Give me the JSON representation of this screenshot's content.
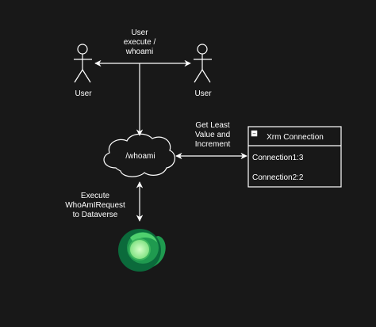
{
  "diagram": {
    "actor_left": {
      "label": "User"
    },
    "actor_right": {
      "label": "User"
    },
    "top_label": [
      "User",
      "execute /",
      "whoami"
    ],
    "cloud": {
      "label": "/whoami"
    },
    "right_edge_label": [
      "Get Least",
      "Value and",
      "Increment"
    ],
    "bottom_edge_label": [
      "Execute",
      "WhoAmIRequest",
      "to Dataverse"
    ],
    "connection_box": {
      "title": "Xrm Connection",
      "collapse_glyph": "−",
      "rows": [
        "Connection1:3",
        "Connection2:2"
      ]
    },
    "dataverse_logo": {
      "icon": "dataverse-logo-icon"
    }
  },
  "colors": {
    "background": "#181818",
    "stroke": "#ffffff",
    "text": "#ffffff",
    "logo_dark": "#0b6a3b",
    "logo_mid": "#1f9a4f",
    "logo_light": "#4fcf6e",
    "logo_center": "#b9f3a6"
  }
}
